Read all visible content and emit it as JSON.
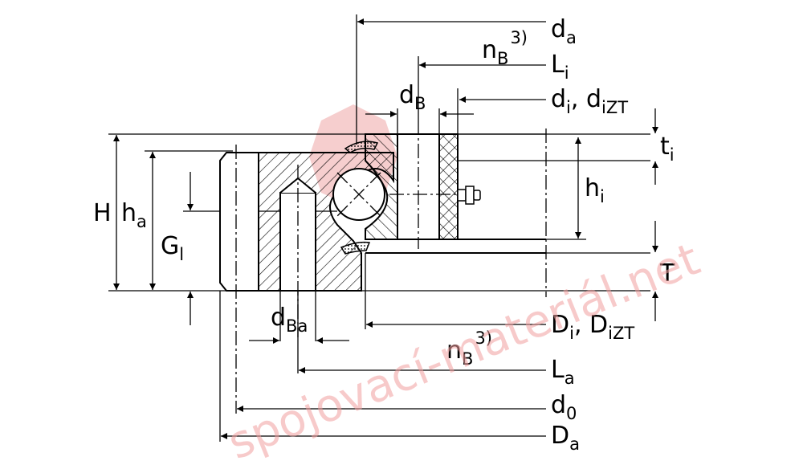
{
  "watermark": "spojovací-materiál.net",
  "colors": {
    "line": "#000000",
    "watermark": "#f2a0a0",
    "seal": "#d9a0a0"
  },
  "labels": {
    "da": {
      "main": "d",
      "sub": "a"
    },
    "nB_top": {
      "main": "n",
      "sub": "B",
      "sup": "3)"
    },
    "Li": {
      "main": "L",
      "sub": "i"
    },
    "dB": {
      "main": "d",
      "sub": "B"
    },
    "di": {
      "main": "d",
      "sub": "i",
      "sep": ", ",
      "main2": "d",
      "sub2": "iZT"
    },
    "ti": {
      "main": "t",
      "sub": "i"
    },
    "hi": {
      "main": "h",
      "sub": "i"
    },
    "T": {
      "main": "T"
    },
    "H": {
      "main": "H"
    },
    "ha": {
      "main": "h",
      "sub": "a"
    },
    "Gl": {
      "main": "G",
      "sub": "l"
    },
    "dBa": {
      "main": "d",
      "sub": "Ba"
    },
    "Di": {
      "main": "D",
      "sub": "i",
      "sep": ", ",
      "main2": "D",
      "sub2": "iZT"
    },
    "nB_bottom": {
      "main": "n",
      "sub": "B",
      "sup": "3)"
    },
    "La": {
      "main": "L",
      "sub": "a"
    },
    "d0": {
      "main": "d",
      "sub": "0"
    },
    "Da": {
      "main": "D",
      "sub": "a"
    }
  }
}
